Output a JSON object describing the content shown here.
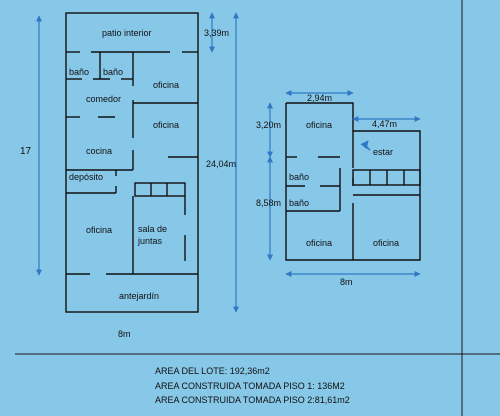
{
  "rooms_left": {
    "patio": "patio interior",
    "bano1": "baño",
    "bano2": "baño",
    "oficina1": "oficina",
    "comedor": "comedor",
    "oficina2": "oficina",
    "cocina": "cocina",
    "deposito": "depósito",
    "oficina3": "oficina",
    "sala_line1": "sala de",
    "sala_line2": "juntas",
    "antejardin": "antejardín"
  },
  "rooms_right": {
    "oficina1": "oficina",
    "estar": "estar",
    "bano1": "baño",
    "bano2": "baño",
    "oficina2": "oficina",
    "oficina3": "oficina"
  },
  "dimensions": {
    "left_height": "17",
    "patio_depth": "3,39m",
    "total_length": "24,04m",
    "left_width": "8m",
    "right_top_width": "2,94m",
    "right_upper_height": "3,20m",
    "right_estar_width": "4,47m",
    "right_lower_height": "8,58m",
    "right_width": "8m"
  },
  "summary": {
    "lot_area": "AREA DEL LOTE: 192,36m2",
    "floor1_area": "AREA CONSTRUIDA TOMADA PISO 1: 136M2",
    "floor2_area": "AREA CONSTRUIDA TOMADA PISO 2:81,61m2"
  },
  "colors": {
    "background": "#87c7e7",
    "walls": "#111111",
    "dimension_lines": "#2f78c4"
  }
}
